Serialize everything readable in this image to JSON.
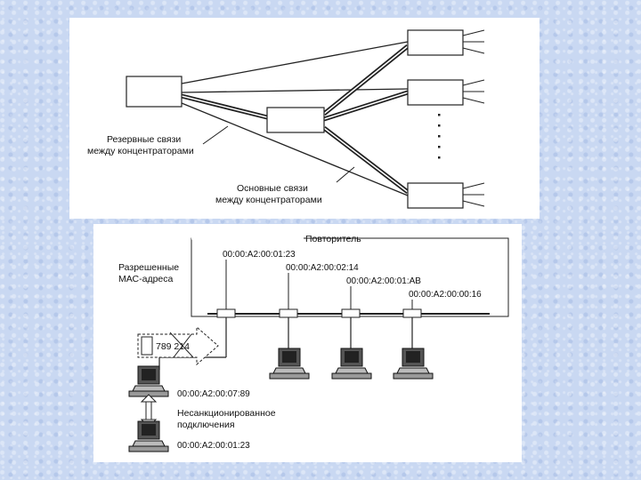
{
  "top_diagram": {
    "backup_label": [
      "Резервные связи",
      "между концентраторами"
    ],
    "main_label": [
      "Основные связи",
      "между концентраторами"
    ],
    "ellipsis": "⋮"
  },
  "bottom_diagram": {
    "repeater_title": "Повторитель",
    "allowed_label": [
      "Разрешенные",
      "МАС-адреса"
    ],
    "ports": [
      {
        "mac": "00:00:A2:00:01:23"
      },
      {
        "mac": "00:00:A2:00:02:14"
      },
      {
        "mac": "00:00:A2:00:01:AB"
      },
      {
        "mac": "00:00:A2:00:00:16"
      }
    ],
    "packet_text": "789 214",
    "intruder_mac": "00:00:A2:00:07:89",
    "unauthorized_label": [
      "Несанкционированное",
      "подключения"
    ],
    "legit_mac": "00:00:A2:00:01:23"
  }
}
